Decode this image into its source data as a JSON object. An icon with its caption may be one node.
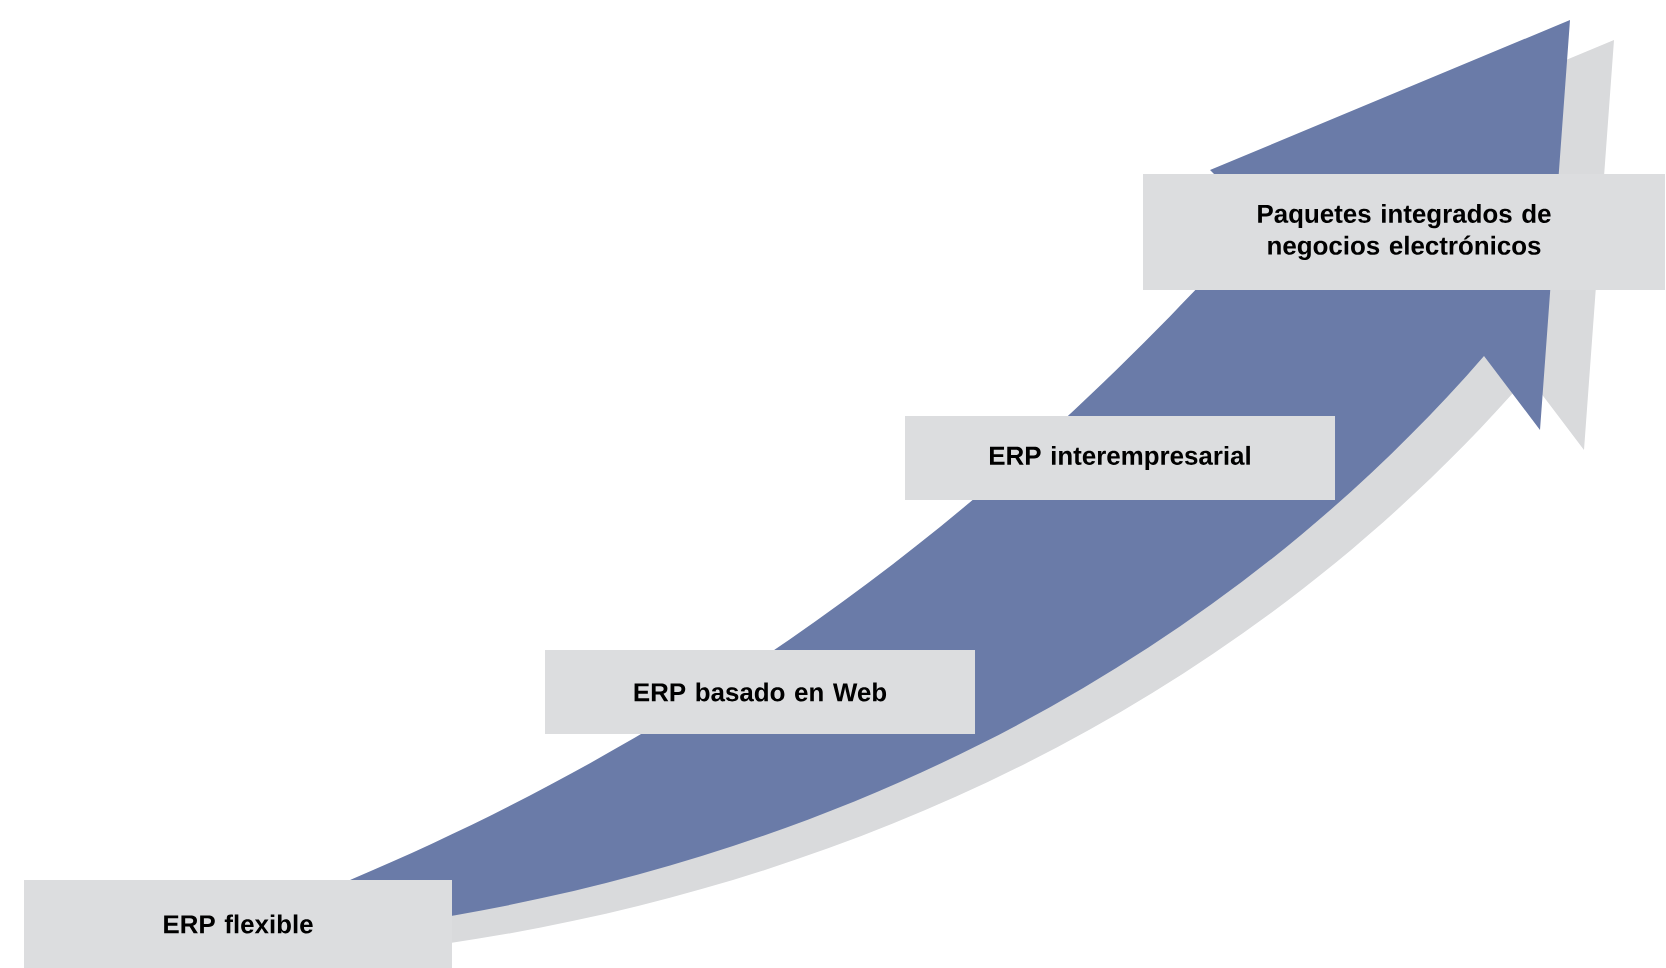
{
  "diagram": {
    "nodes": [
      {
        "text": [
          "ERP flexible"
        ]
      },
      {
        "text": [
          "ERP basado en Web"
        ]
      },
      {
        "text": [
          "ERP interempresarial"
        ]
      },
      {
        "text": [
          "Paquetes integrados de negocios electrónicos"
        ]
      }
    ]
  }
}
